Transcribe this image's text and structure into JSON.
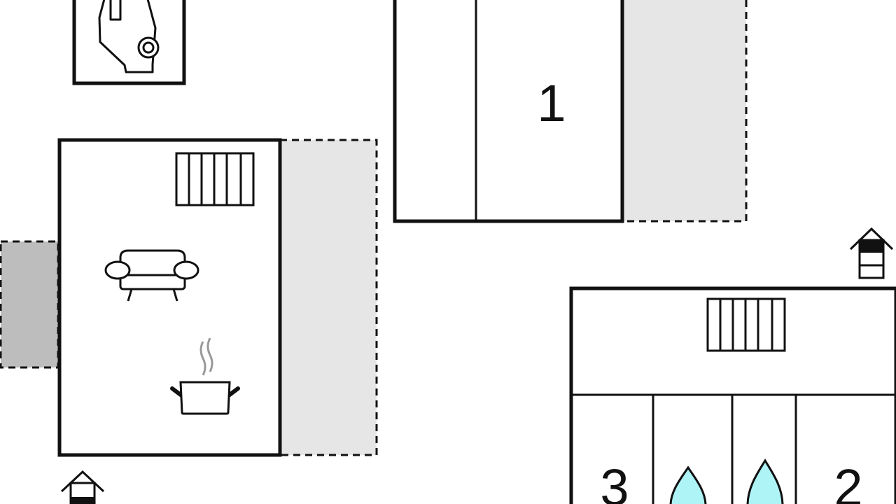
{
  "rooms": {
    "room_1": {
      "label": "1"
    },
    "room_2": {
      "label": "2"
    },
    "room_3": {
      "label": "3"
    }
  },
  "icons": {
    "car": "car-icon",
    "radiator": "radiator-icon",
    "sofa": "sofa-icon",
    "cooking_pot": "cooking-pot-icon",
    "entrance": "entrance-arrow-icon",
    "shower": "water-drop-icon"
  },
  "colors": {
    "wall": "#111111",
    "terrace": "#e6e6e6",
    "covered_terrace": "#bdbdbd",
    "water": "#aef4f7",
    "steam": "#999999",
    "background": "#ffffff"
  }
}
